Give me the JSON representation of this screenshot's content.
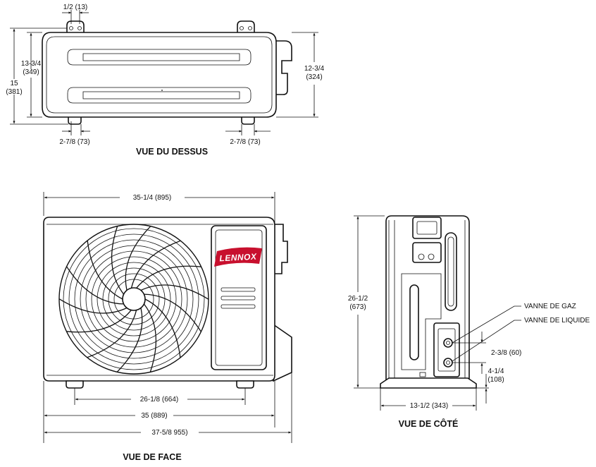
{
  "top_view": {
    "title": "VUE DU DESSUS",
    "dim_bracket_width": "1/2 (13)",
    "dim_inner_depth_in": "13-3/4",
    "dim_inner_depth_mm": "(349)",
    "dim_total_depth_in": "15",
    "dim_total_depth_mm": "(381)",
    "dim_right_depth_in": "12-3/4",
    "dim_right_depth_mm": "(324)",
    "dim_left_offset": "2-7/8 (73)",
    "dim_right_offset": "2-7/8 (73)"
  },
  "front_view": {
    "title": "VUE DE FACE",
    "brand": "LENNOX",
    "dim_width_top": "35-1/4 (895)",
    "dim_feet_span": "26-1/8 (664)",
    "dim_base_width": "35 (889)",
    "dim_overall_width": "37-5/8 955)"
  },
  "side_view": {
    "title": "VUE DE CÔTÉ",
    "dim_height_in": "26-1/2",
    "dim_height_mm": "(673)",
    "label_gas_valve": "VANNE DE GAZ",
    "label_liquid_valve": "VANNE DE LIQUIDE",
    "dim_valve_spacing": "2-3/8 (60)",
    "dim_valve_height_in": "4-1/4",
    "dim_valve_height_mm": "(108)",
    "dim_depth": "13-1/2 (343)"
  },
  "colors": {
    "brand_red": "#c8102e",
    "line": "#111111"
  }
}
